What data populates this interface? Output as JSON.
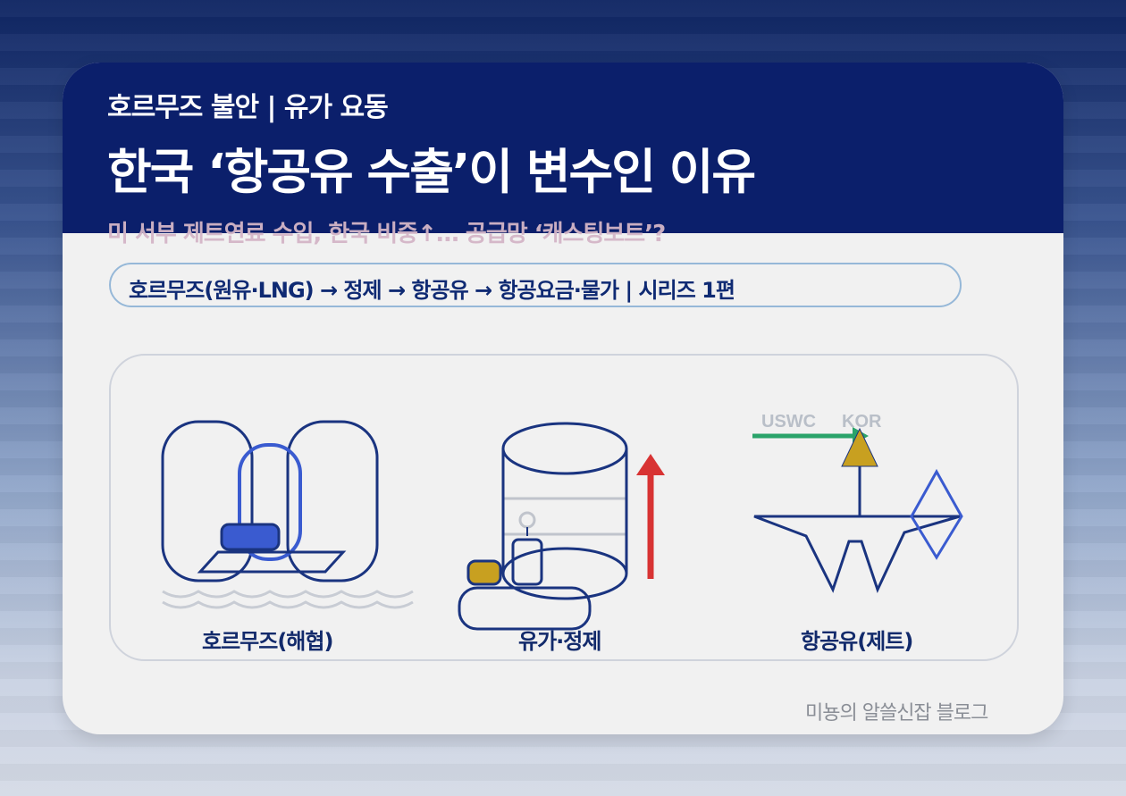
{
  "header": {
    "kicker": "호르무즈 불안 | 유가 요동",
    "title": "한국 ‘항공유 수출’이 변수인 이유",
    "subtitle": "미 서부 제트연료 수입, 한국 비중↑… 공급망 ‘캐스팅보트’?"
  },
  "flow": {
    "text": "호르무즈(원유·LNG) → 정제 → 항공유 → 항공요금·물가 | 시리즈 1편"
  },
  "panel": {
    "items": [
      {
        "caption": "호르무즈(해협)",
        "icon": "strait-icon"
      },
      {
        "caption": "유가·정제",
        "icon": "refinery-tank-icon"
      },
      {
        "caption": "항공유(제트)",
        "icon": "jet-aircraft-icon"
      }
    ],
    "route": {
      "from": "USWC",
      "to": "KOR"
    }
  },
  "footer": {
    "credit": "미뇽의 알쓸신잡 블로그"
  },
  "colors": {
    "navy": "#0b1f6b",
    "line": "#1a3480",
    "accent_blue": "#3a5bd0",
    "red_arrow": "#d83333",
    "green_arrow": "#2aa36a",
    "gold": "#c8a020"
  }
}
